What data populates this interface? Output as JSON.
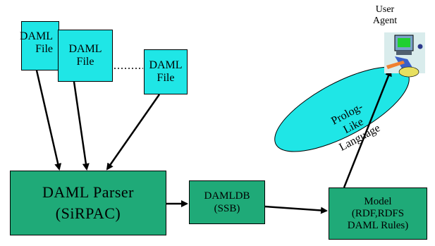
{
  "colors": {
    "file_fill": "#1fe6e6",
    "box_fill": "#1faa78",
    "ellipse_fill": "#1fe6e6",
    "stroke": "#000000"
  },
  "files": [
    {
      "line1": "DAML",
      "line2": "File"
    },
    {
      "line1": "DAML",
      "line2": "File"
    },
    {
      "line1": "DAML",
      "line2": "File"
    }
  ],
  "parser": {
    "line1": "DAML Parser",
    "line2": "(SiRPAC)"
  },
  "db": {
    "line1": "DAMLDB",
    "line2": "(SSB)"
  },
  "model": {
    "line1": "Model",
    "line2": "(RDF,RDFS",
    "line3": "DAML Rules)"
  },
  "agent": {
    "line1": "User",
    "line2": "Agent",
    "icon": "user-agent-icon"
  },
  "language": {
    "line1": "Prolog-",
    "line2": "Like",
    "line3": "Language"
  }
}
